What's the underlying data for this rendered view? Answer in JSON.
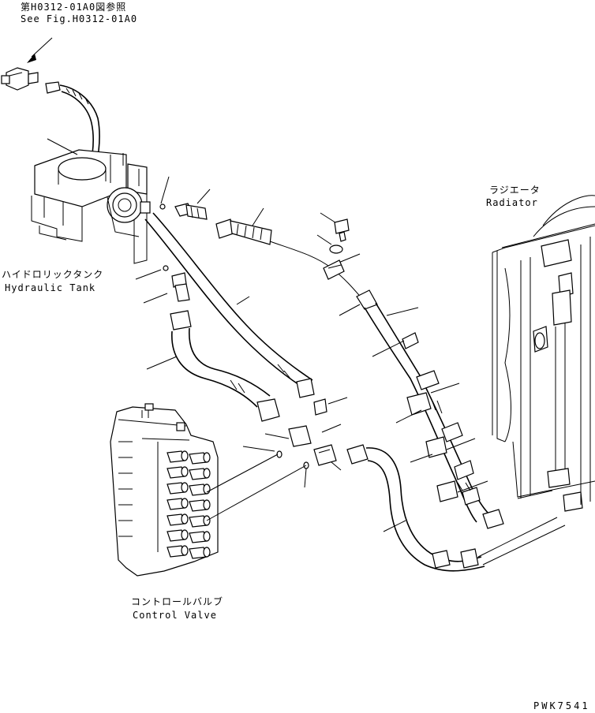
{
  "ref_note": {
    "line1": "第H0312-01A0図参照",
    "line2": "See Fig.H0312-01A0"
  },
  "hydraulic_tank": {
    "jp": "ハイドロリックタンク",
    "en": "Hydraulic Tank"
  },
  "radiator": {
    "jp": "ラジエータ",
    "en": "Radiator"
  },
  "control_valve": {
    "jp": "コントロールバルブ",
    "en": "Control Valve"
  },
  "drawing_code": "PWK7541"
}
